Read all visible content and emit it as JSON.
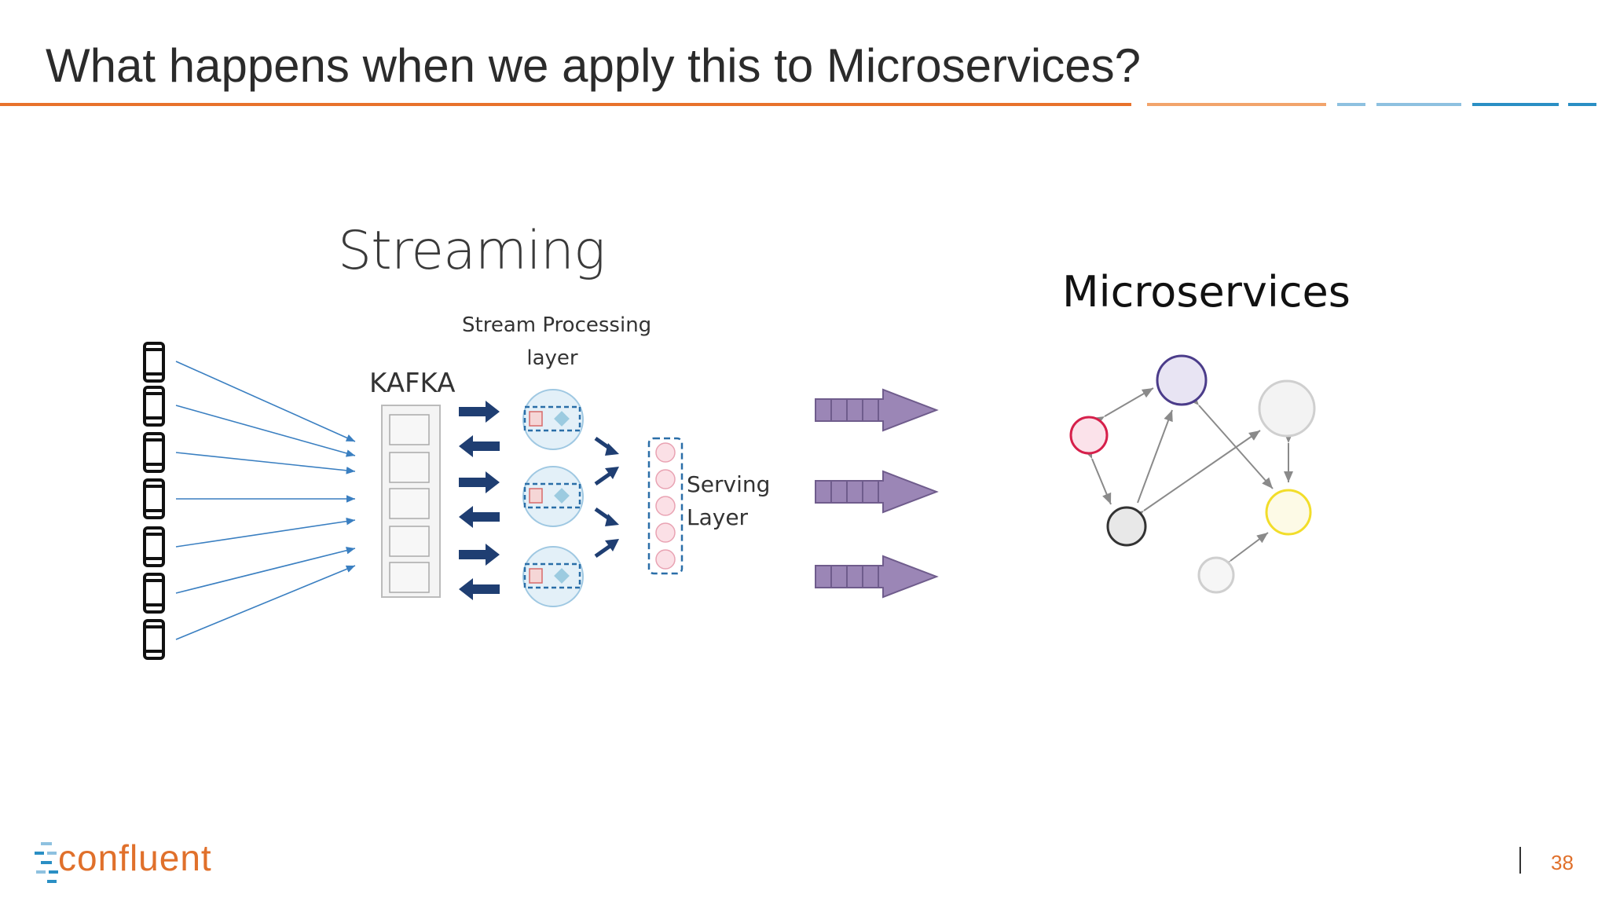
{
  "slide": {
    "title": "What happens when we apply this to Microservices?",
    "page_number": "38"
  },
  "streaming_diagram": {
    "heading": "Streaming",
    "kafka_label": "KAFKA",
    "stream_processing_label_line1": "Stream Processing",
    "stream_processing_label_line2": "layer",
    "serving_label_line1": "Serving",
    "serving_label_line2": "Layer",
    "device_icon": "smartphone-icon"
  },
  "microservices_diagram": {
    "heading": "Microservices"
  },
  "logo": {
    "text": "confluent"
  },
  "colors": {
    "title_rule_orange": "#e8722c",
    "rule_light_orange": "#f2a46b",
    "rule_light_blue": "#8ec1e0",
    "rule_blue": "#2a8fc4",
    "flow_arrow_purple": "#9b86b6",
    "kafka_arrow_navy": "#1f3e72",
    "node_red": "#d6204b",
    "node_purple": "#4b3c8a",
    "node_yellow": "#f2dd2a",
    "brand_orange": "#e0702b"
  }
}
